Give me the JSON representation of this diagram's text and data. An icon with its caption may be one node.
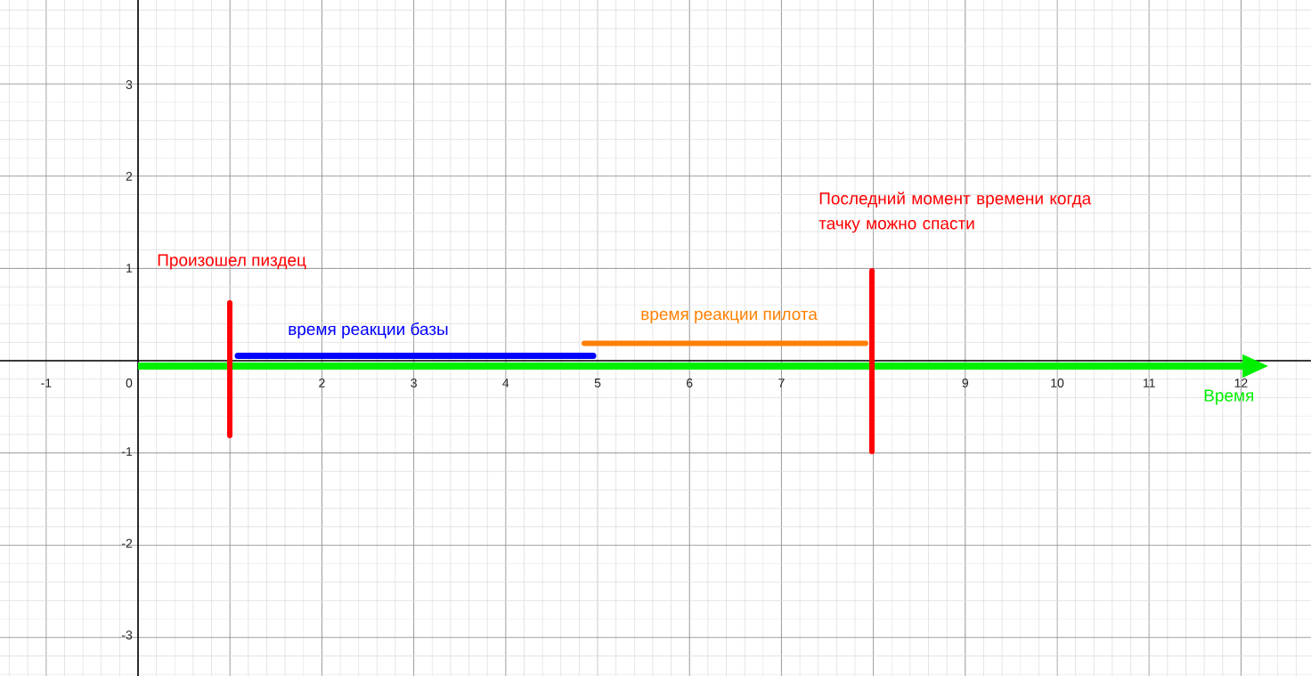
{
  "diagram": {
    "labels": [
      "3",
      "2",
      "Последний момент времени когда тачку можно спасти",
      "1",
      "Произошел пиздец",
      "время реакции пилота",
      "время реакции базы",
      "-1",
      "0",
      "2",
      "3",
      "4",
      "5",
      "6",
      "7",
      "9",
      "10",
      "11",
      "12",
      "Время",
      "-1",
      "-2",
      "-3"
    ]
  }
}
